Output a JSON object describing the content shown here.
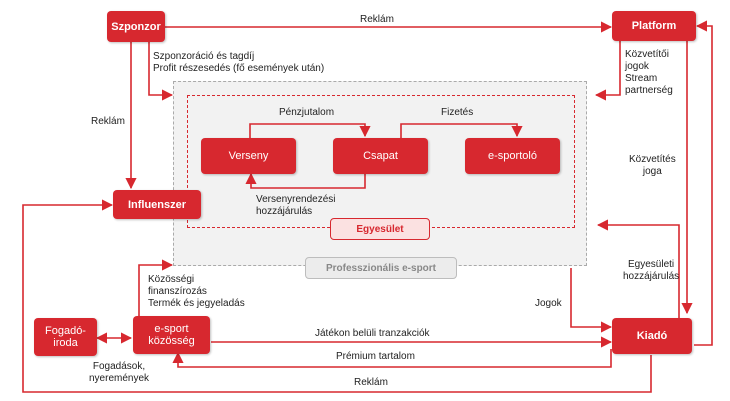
{
  "colors": {
    "accent": "#d7282f",
    "region_fill": "#f2f2f2",
    "tag_fill": "#fbe1e1"
  },
  "nodes": {
    "szponzor": "Szponzor",
    "platform": "Platform",
    "influenszer": "Influenszer",
    "verseny": "Verseny",
    "csapat": "Csapat",
    "esportolo": "e-sportoló",
    "fogadoiroda": [
      "Fogadó-",
      "iroda"
    ],
    "kozosseg": [
      "e-sport",
      "közösség"
    ],
    "kiado": "Kiadó"
  },
  "regions": {
    "egyesulet": "Egyesület",
    "professzionalis": "Professzionális e-sport"
  },
  "labels": {
    "reklam_top": "Reklám",
    "szponzoracio": [
      "Szponzoráció és tagdíj",
      "Profit részesedés (fő események után)"
    ],
    "reklam_left": "Reklám",
    "penzjutalom": "Pénzjutalom",
    "fizetes": "Fizetés",
    "versenyrendezesi": [
      "Versenyrendezési",
      "hozzájárulás"
    ],
    "kozvetitoi": [
      "Közvetítői",
      "jogok",
      "Stream",
      "partnerség"
    ],
    "kozvetites_joga": [
      "Közvetítés",
      "joga"
    ],
    "egyesuleti": [
      "Egyesületi",
      "hozzájárulás"
    ],
    "jogok": "Jogok",
    "kozossegi": [
      "Közösségi",
      "finanszírozás",
      "Termék és jegyeladás"
    ],
    "jatekon_beluli": "Játékon belüli tranzakciók",
    "premium": "Prémium tartalom",
    "fogadasok": [
      "Fogadások,",
      "nyeremények"
    ],
    "reklam_bottom": "Reklám"
  }
}
